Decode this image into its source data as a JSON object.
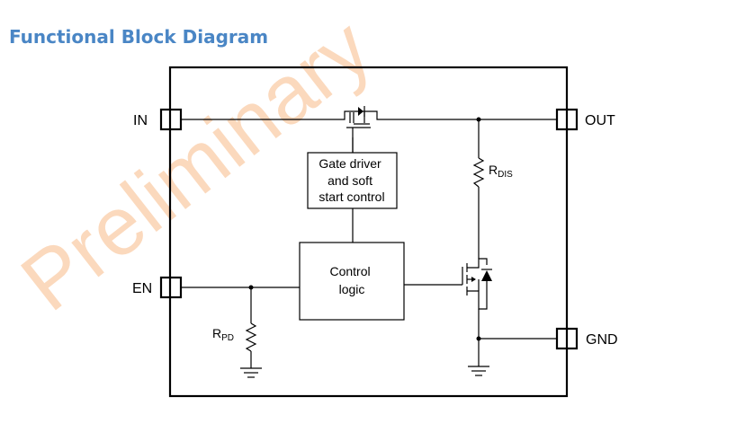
{
  "page": {
    "title": "Functional Block Diagram",
    "watermark": "Preliminary"
  },
  "pins": {
    "in": "IN",
    "out": "OUT",
    "en": "EN",
    "gnd": "GND"
  },
  "blocks": {
    "gate_driver": [
      "Gate driver",
      "and soft",
      "start control"
    ],
    "control_logic": [
      "Control",
      "logic"
    ]
  },
  "resistors": {
    "r_dis": {
      "main": "R",
      "sub": "DIS"
    },
    "r_pd": {
      "main": "R",
      "sub": "PD"
    }
  },
  "colors": {
    "title": "#4a86c5",
    "watermark": "#fbd9bd",
    "ink": "#000000"
  }
}
